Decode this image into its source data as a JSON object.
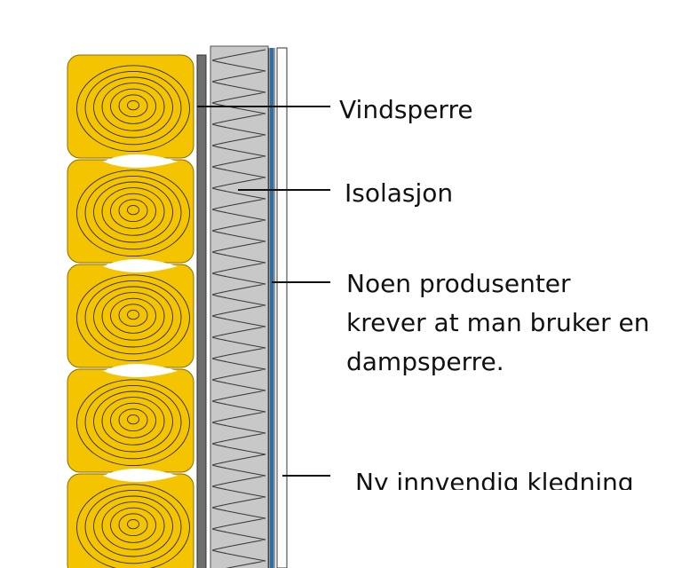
{
  "labels": {
    "vindsperre": "Vindsperre",
    "isolasjon": "Isolasjon",
    "dampsperre": [
      "Noen produsenter",
      "krever at man bruker en",
      "dampsperre."
    ],
    "kledning": "Ny innvendig kledning"
  },
  "layers": {
    "log_count": 5,
    "log_color": "#f5c400",
    "ring_color": "#2a2a2a",
    "wind_barrier_color": "#6e6e6e",
    "insulation_color": "#c8c8c8",
    "vapor_barrier_color": "#2e6fa8"
  }
}
